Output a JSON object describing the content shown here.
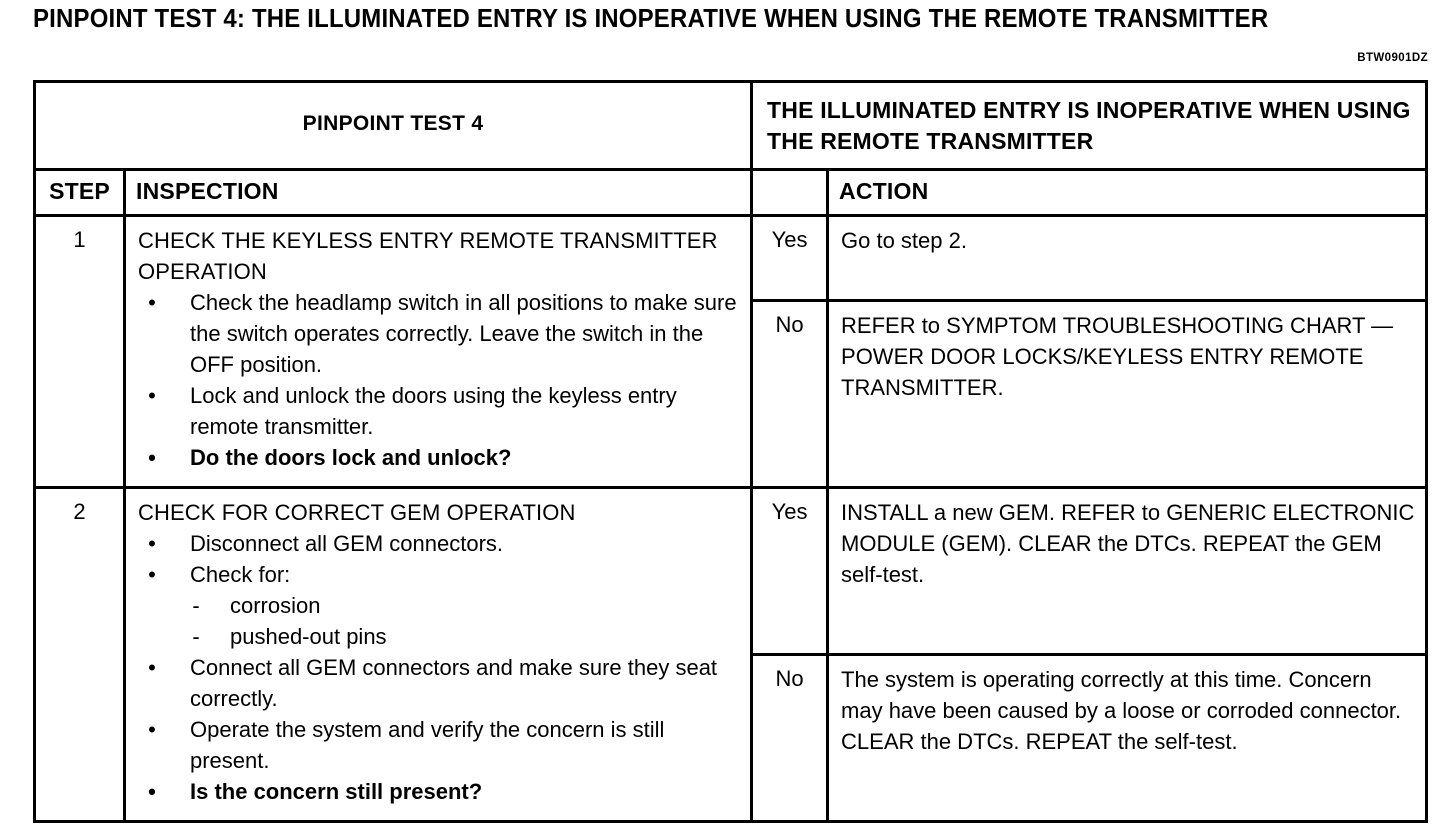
{
  "page": {
    "title": "PINPOINT TEST 4:  THE ILLUMINATED ENTRY IS INOPERATIVE WHEN USING THE REMOTE TRANSMITTER",
    "doc_code": "BTW0901DZ"
  },
  "table": {
    "header": {
      "test_id": "PINPOINT TEST 4",
      "test_name": "THE ILLUMINATED ENTRY IS INOPERATIVE WHEN USING THE REMOTE TRANSMITTER"
    },
    "columns": {
      "step": "STEP",
      "inspection": "INSPECTION",
      "action": "ACTION"
    },
    "steps": [
      {
        "number": "1",
        "inspection_heading": "CHECK THE KEYLESS ENTRY REMOTE TRANSMITTER OPERATION",
        "bullets": [
          {
            "text": "Check the headlamp switch in all positions to make sure the switch operates correctly. Leave the switch in the OFF position.",
            "bold": false
          },
          {
            "text": "Lock and unlock the doors using the keyless entry remote transmitter.",
            "bold": false
          },
          {
            "text": "Do the doors lock and unlock?",
            "bold": true
          }
        ],
        "results": [
          {
            "label": "Yes",
            "action": "Go to step 2."
          },
          {
            "label": "No",
            "action": "REFER to SYMPTOM TROUBLESHOOTING CHART — POWER DOOR LOCKS/KEYLESS ENTRY REMOTE TRANSMITTER."
          }
        ]
      },
      {
        "number": "2",
        "inspection_heading": "CHECK FOR CORRECT GEM OPERATION",
        "bullets": [
          {
            "text": "Disconnect all GEM connectors.",
            "bold": false
          },
          {
            "text": "Check for:",
            "bold": false,
            "sub": [
              "corrosion",
              "pushed-out pins"
            ]
          },
          {
            "text": "Connect all GEM connectors and make sure they seat correctly.",
            "bold": false
          },
          {
            "text": "Operate the system and verify the concern is still present.",
            "bold": false
          },
          {
            "text": "Is the concern still present?",
            "bold": true
          }
        ],
        "results": [
          {
            "label": "Yes",
            "action": "INSTALL a new GEM. REFER to GENERIC ELECTRONIC MODULE (GEM). CLEAR the DTCs. REPEAT the GEM self-test."
          },
          {
            "label": "No",
            "action": "The system is operating correctly at this time.  Concern may have been caused by a loose or corroded connector.  CLEAR the DTCs. REPEAT the self-test."
          }
        ]
      }
    ]
  }
}
